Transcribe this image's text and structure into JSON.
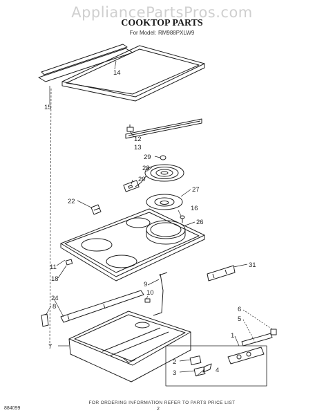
{
  "watermark": "AppliancePartsPros.com",
  "title": "COOKTOP PARTS",
  "model": {
    "label": "For Model:",
    "number": "RM988PXLW9"
  },
  "callouts": {
    "c1": "1",
    "c2": "2",
    "c3": "3",
    "c4": "4",
    "c5": "5",
    "c6": "6",
    "c7": "7",
    "c8": "8",
    "c9": "9",
    "c10": "10",
    "c11": "11",
    "c12": "12",
    "c13": "13",
    "c14": "14",
    "c15": "15",
    "c16": "16",
    "c18": "18",
    "c20": "20",
    "c22": "22",
    "c24": "24",
    "c26": "26",
    "c27": "27",
    "c28": "28",
    "c29": "29",
    "c31": "31"
  },
  "footer": {
    "note": "FOR ORDERING INFORMATION REFER TO PARTS PRICE LIST",
    "doc_id": "884099",
    "page": "2"
  }
}
